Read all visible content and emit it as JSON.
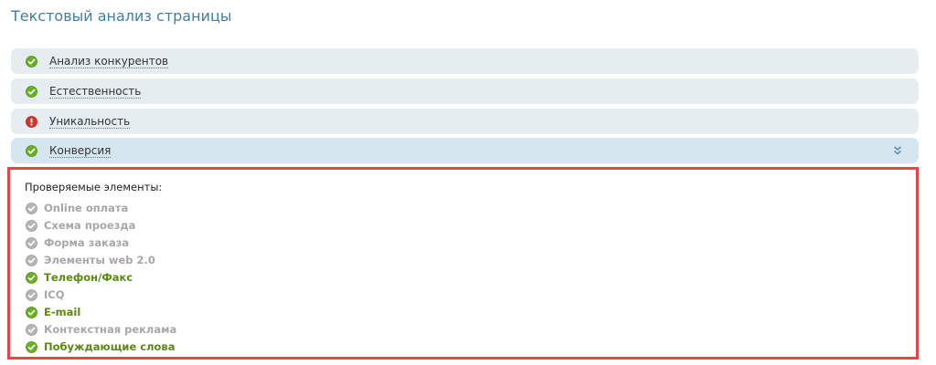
{
  "title": "Текстовый анализ страницы",
  "sections": [
    {
      "label": "Анализ конкурентов",
      "status": "ok",
      "icon": "check-circle-icon"
    },
    {
      "label": "Естественность",
      "status": "ok",
      "icon": "check-circle-icon"
    },
    {
      "label": "Уникальность",
      "status": "error",
      "icon": "exclamation-circle-icon"
    },
    {
      "label": "Конверсия",
      "status": "ok",
      "icon": "check-circle-icon",
      "expanded": true
    }
  ],
  "panel": {
    "heading": "Проверяемые элементы:",
    "items": [
      {
        "label": "Online оплата",
        "checked": false
      },
      {
        "label": "Схема проезда",
        "checked": false
      },
      {
        "label": "Форма заказа",
        "checked": false
      },
      {
        "label": "Элементы web 2.0",
        "checked": false
      },
      {
        "label": "Телефон/Факс",
        "checked": true
      },
      {
        "label": "ICQ",
        "checked": false
      },
      {
        "label": "E-mail",
        "checked": true
      },
      {
        "label": "Контекстная реклама",
        "checked": false
      },
      {
        "label": "Побуждающие слова",
        "checked": true
      }
    ]
  },
  "colors": {
    "ok": "#6ab023",
    "error": "#d9342b",
    "unchecked": "#b5b5b5",
    "highlight_border": "#e0464e",
    "title": "#3d7fa6"
  }
}
